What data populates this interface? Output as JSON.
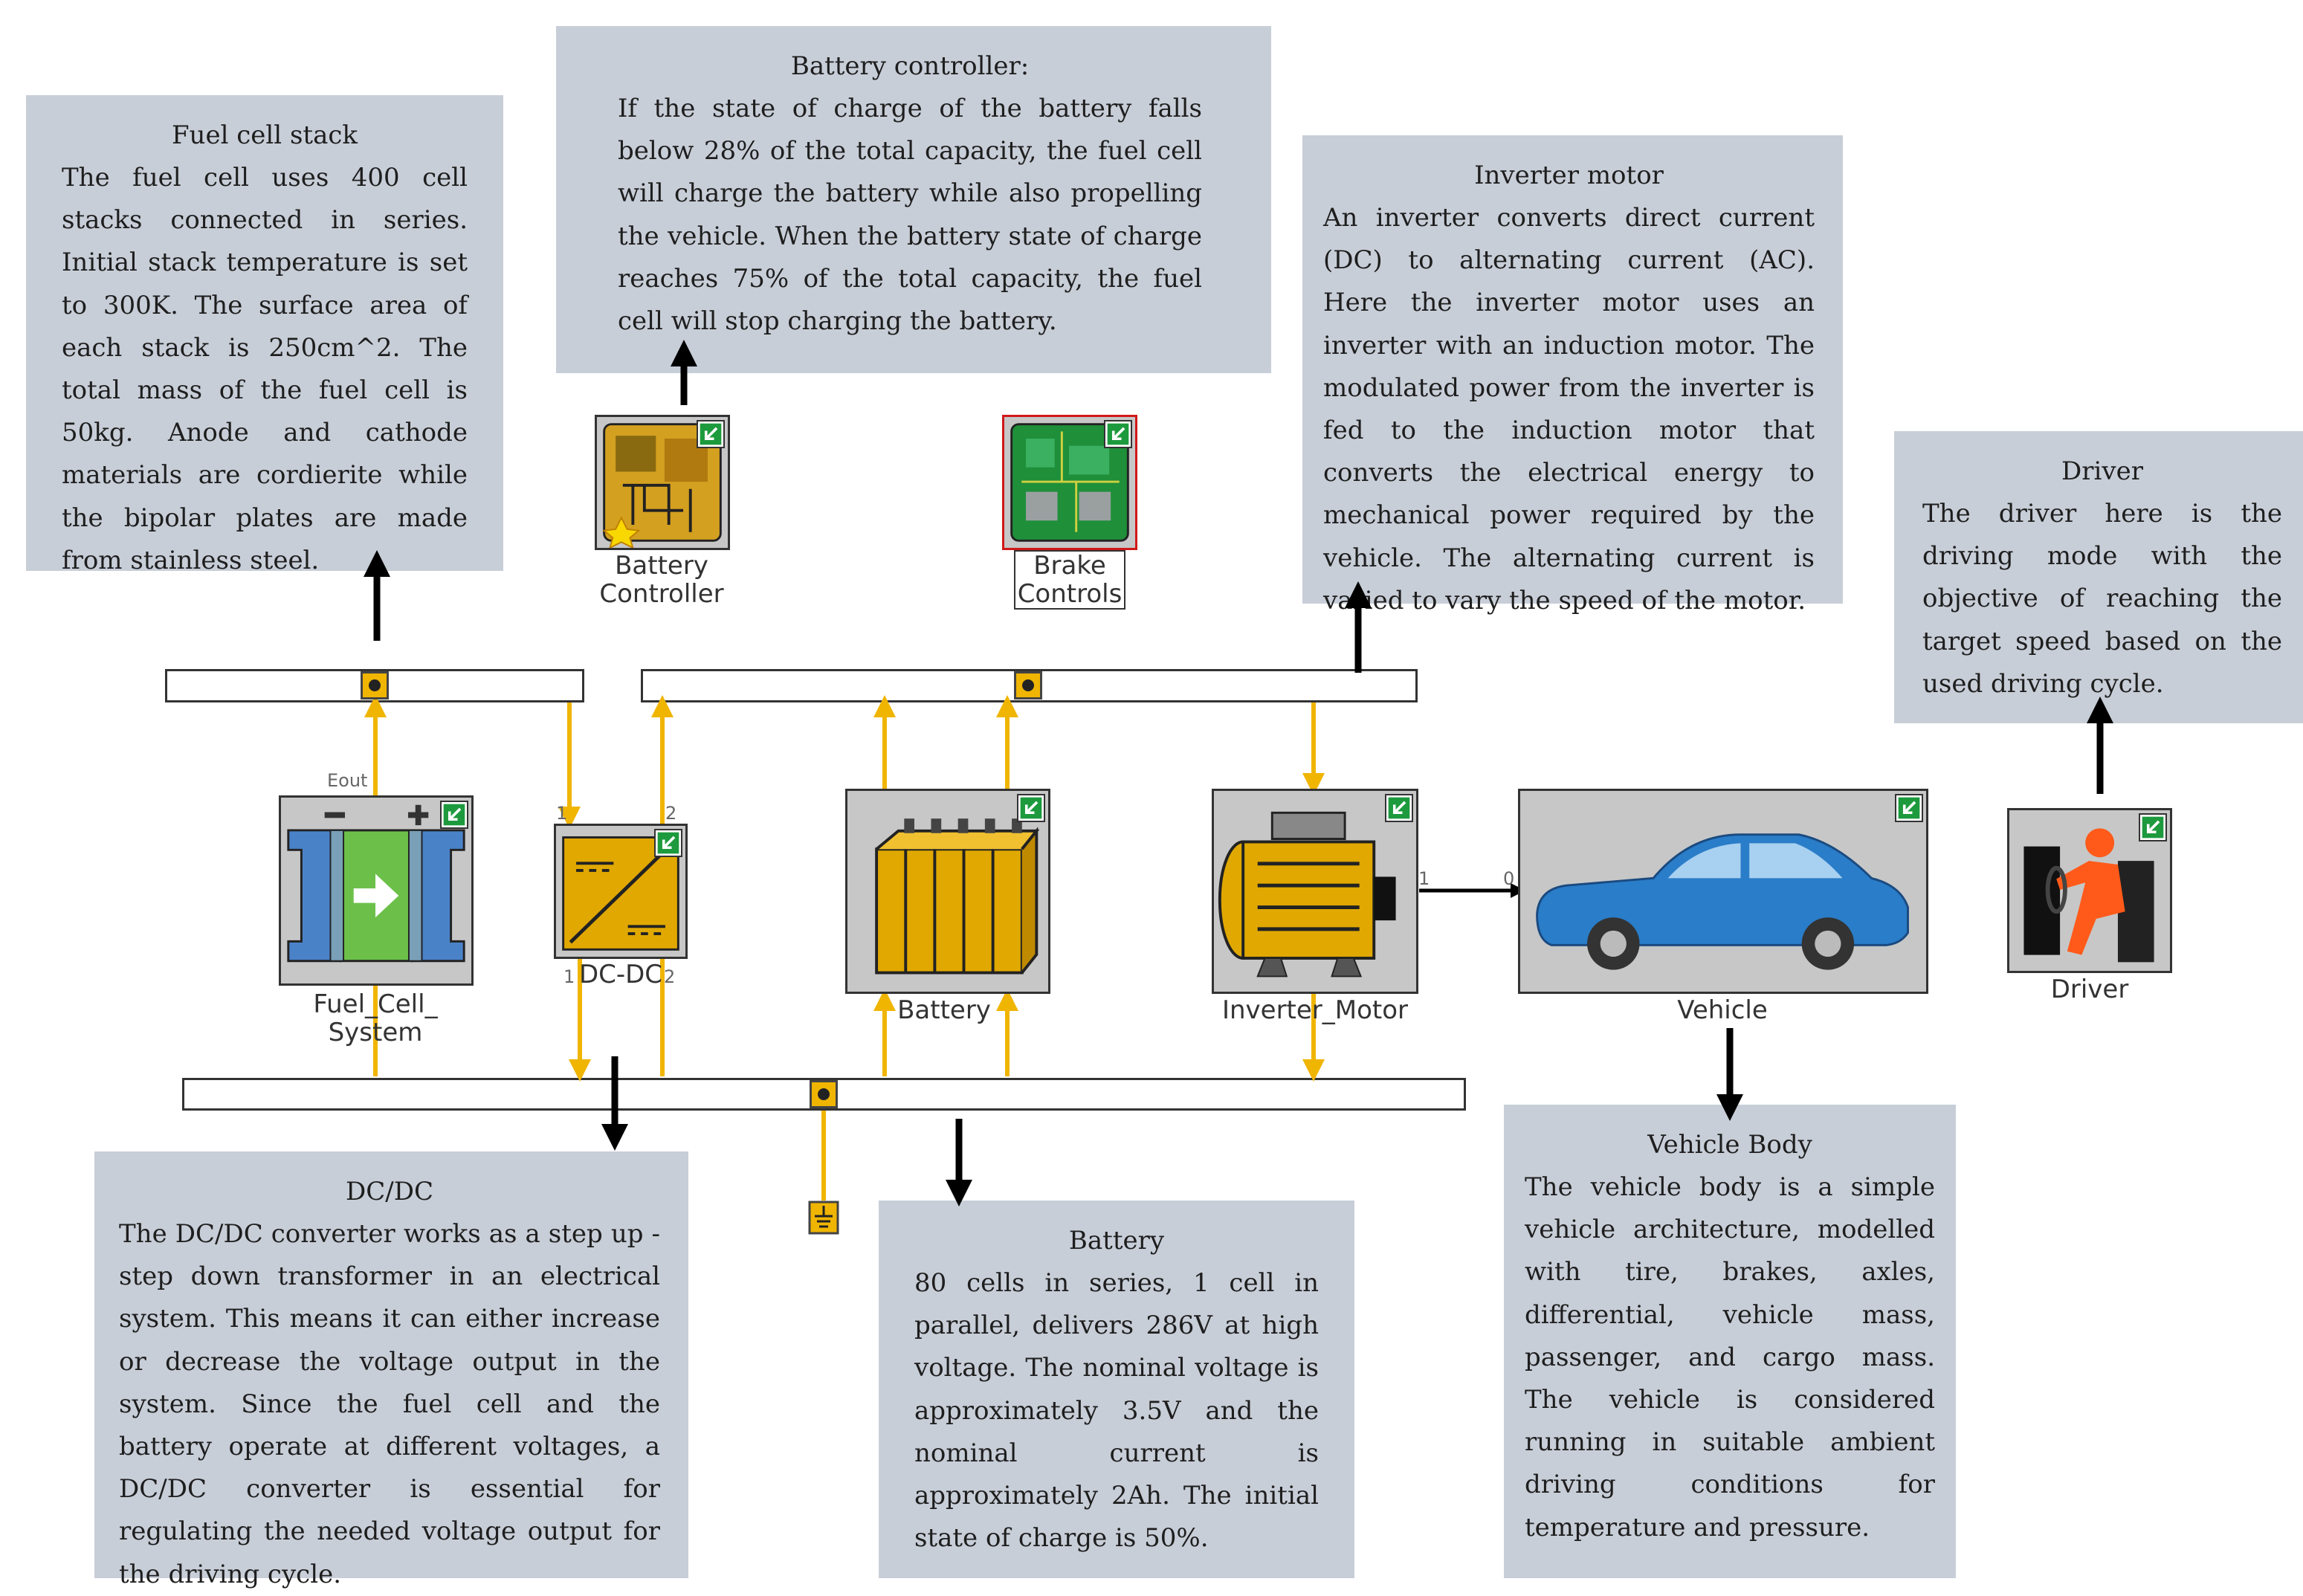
{
  "notes": {
    "fuel_cell": {
      "title": "Fuel cell stack",
      "body": "The fuel cell uses 400 cell stacks connected in series. Initial stack temperature is set to 300K. The surface area of each stack is 250cm^2. The total mass of the fuel cell is 50kg. Anode and cathode materials are cordierite while the bipolar plates are made from stainless steel."
    },
    "battery_controller": {
      "title": "Battery controller:",
      "body": "If the state of charge of the battery falls below 28% of the total capacity, the fuel cell will charge the battery while also propelling the vehicle. When the battery state of charge reaches 75% of the total capacity, the fuel cell will stop charging the battery."
    },
    "inverter_motor": {
      "title": "Inverter motor",
      "body": "An inverter converts direct current (DC) to alternating current (AC). Here the inverter motor uses an inverter with an induction motor. The modulated power from the inverter is fed to the induction motor that converts the electrical energy to mechanical power required by the vehicle. The alternating current is varied to vary the speed of the motor."
    },
    "driver": {
      "title": "Driver",
      "body": "The driver here is the driving mode with the objective of reaching the target speed based on the used driving cycle."
    },
    "dcdc": {
      "title": "DC/DC",
      "body": "The DC/DC converter works as a step up - step down transformer in an electrical system. This means it can either increase or decrease the voltage output in the system. Since the fuel cell and the battery operate at different voltages,  a DC/DC converter is essential for regulating the needed voltage output for the driving cycle."
    },
    "battery": {
      "title": "Battery",
      "body": "80 cells in series, 1 cell in parallel, delivers 286V at high voltage. The nominal voltage is approximately 3.5V and the nominal current is approximately 2Ah. The initial state of charge is 50%."
    },
    "vehicle_body": {
      "title": "Vehicle Body",
      "body": "The vehicle body is a simple vehicle architecture, modelled with tire, brakes, axles, differential, vehicle mass, passenger, and cargo mass. The vehicle is considered running in suitable ambient driving conditions for temperature and pressure."
    }
  },
  "components": {
    "fuel_cell": {
      "line1": "Fuel_Cell_",
      "line2": "System",
      "port_label": "Eout"
    },
    "dcdc": {
      "label": "DC-DC",
      "p1": "1",
      "p2": "2"
    },
    "battery_controller": {
      "line1": "Battery",
      "line2": "Controller"
    },
    "brake_controls": {
      "line1": "Brake",
      "line2": "Controls"
    },
    "battery": {
      "label": "Battery"
    },
    "inverter_motor": {
      "label": "Inverter_Motor",
      "port_out": "1"
    },
    "vehicle": {
      "label": "Vehicle",
      "port_in": "0"
    },
    "driver": {
      "label": "Driver"
    }
  },
  "colors": {
    "note_bg": "#c8ced8",
    "wire": "#f0b500",
    "arrow": "#000000",
    "component_bg": "#c7c7c7"
  }
}
